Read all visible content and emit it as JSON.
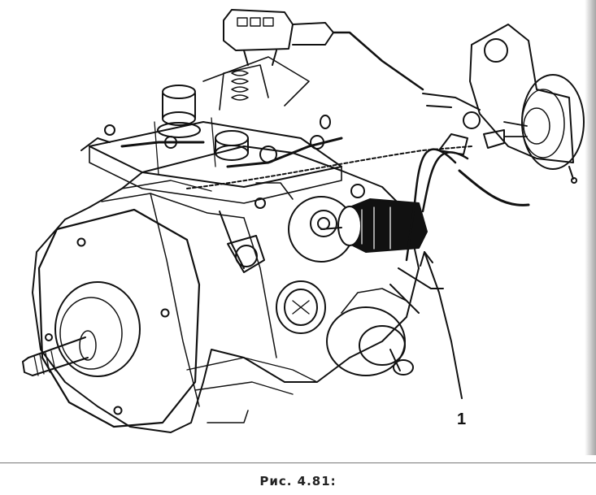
{
  "figure": {
    "callouts": [
      {
        "number": "1",
        "target": "solenoid-valve"
      }
    ],
    "caption": "Рис. 4.81:"
  }
}
